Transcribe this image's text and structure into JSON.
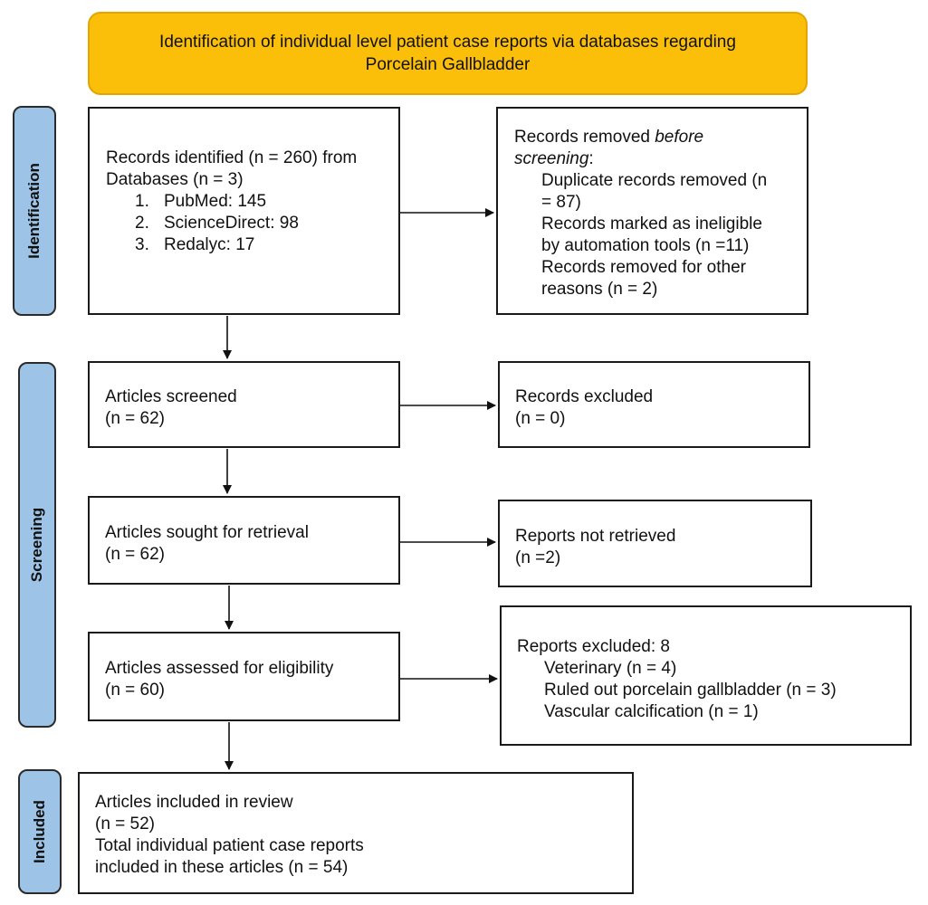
{
  "header": {
    "line1": "Identification of individual level patient case reports via databases regarding",
    "line2": "Porcelain Gallbladder"
  },
  "phases": {
    "identification": "Identification",
    "screening": "Screening",
    "included": "Included"
  },
  "identified": {
    "line1": "Records identified (n = 260) from",
    "line2": "Databases (n = 3)",
    "databases": [
      {
        "num": "1.",
        "label": "PubMed: 145"
      },
      {
        "num": "2.",
        "label": "ScienceDirect: 98"
      },
      {
        "num": "3.",
        "label": "Redalyc: 17"
      }
    ]
  },
  "removed": {
    "title_prefix": "Records removed ",
    "title_italic": "before",
    "title_line2_italic": "screening",
    "title_line2_suffix": ":",
    "items": [
      "Duplicate records removed (n",
      "= 87)",
      "Records marked as ineligible",
      "by automation tools (n =11)",
      "Records removed for other",
      "reasons (n = 2)"
    ]
  },
  "screened": {
    "line1": "Articles screened",
    "line2": "(n = 62)"
  },
  "excluded": {
    "line1": "Records excluded",
    "line2": "(n = 0)"
  },
  "sought": {
    "line1": "Articles sought for retrieval",
    "line2": "(n = 62)"
  },
  "not_retrieved": {
    "line1": "Reports not retrieved",
    "line2": "(n =2)"
  },
  "assessed": {
    "line1": "Articles assessed for eligibility",
    "line2": "(n = 60)"
  },
  "reports_excluded": {
    "title": "Reports excluded: 8",
    "items": [
      "Veterinary (n = 4)",
      "Ruled out porcelain gallbladder (n = 3)",
      "Vascular calcification (n = 1)"
    ]
  },
  "included": {
    "line1": "Articles included in review",
    "line2": "(n = 52)",
    "line3": "Total individual patient case reports",
    "line4": "included in these articles (n = 54)"
  }
}
